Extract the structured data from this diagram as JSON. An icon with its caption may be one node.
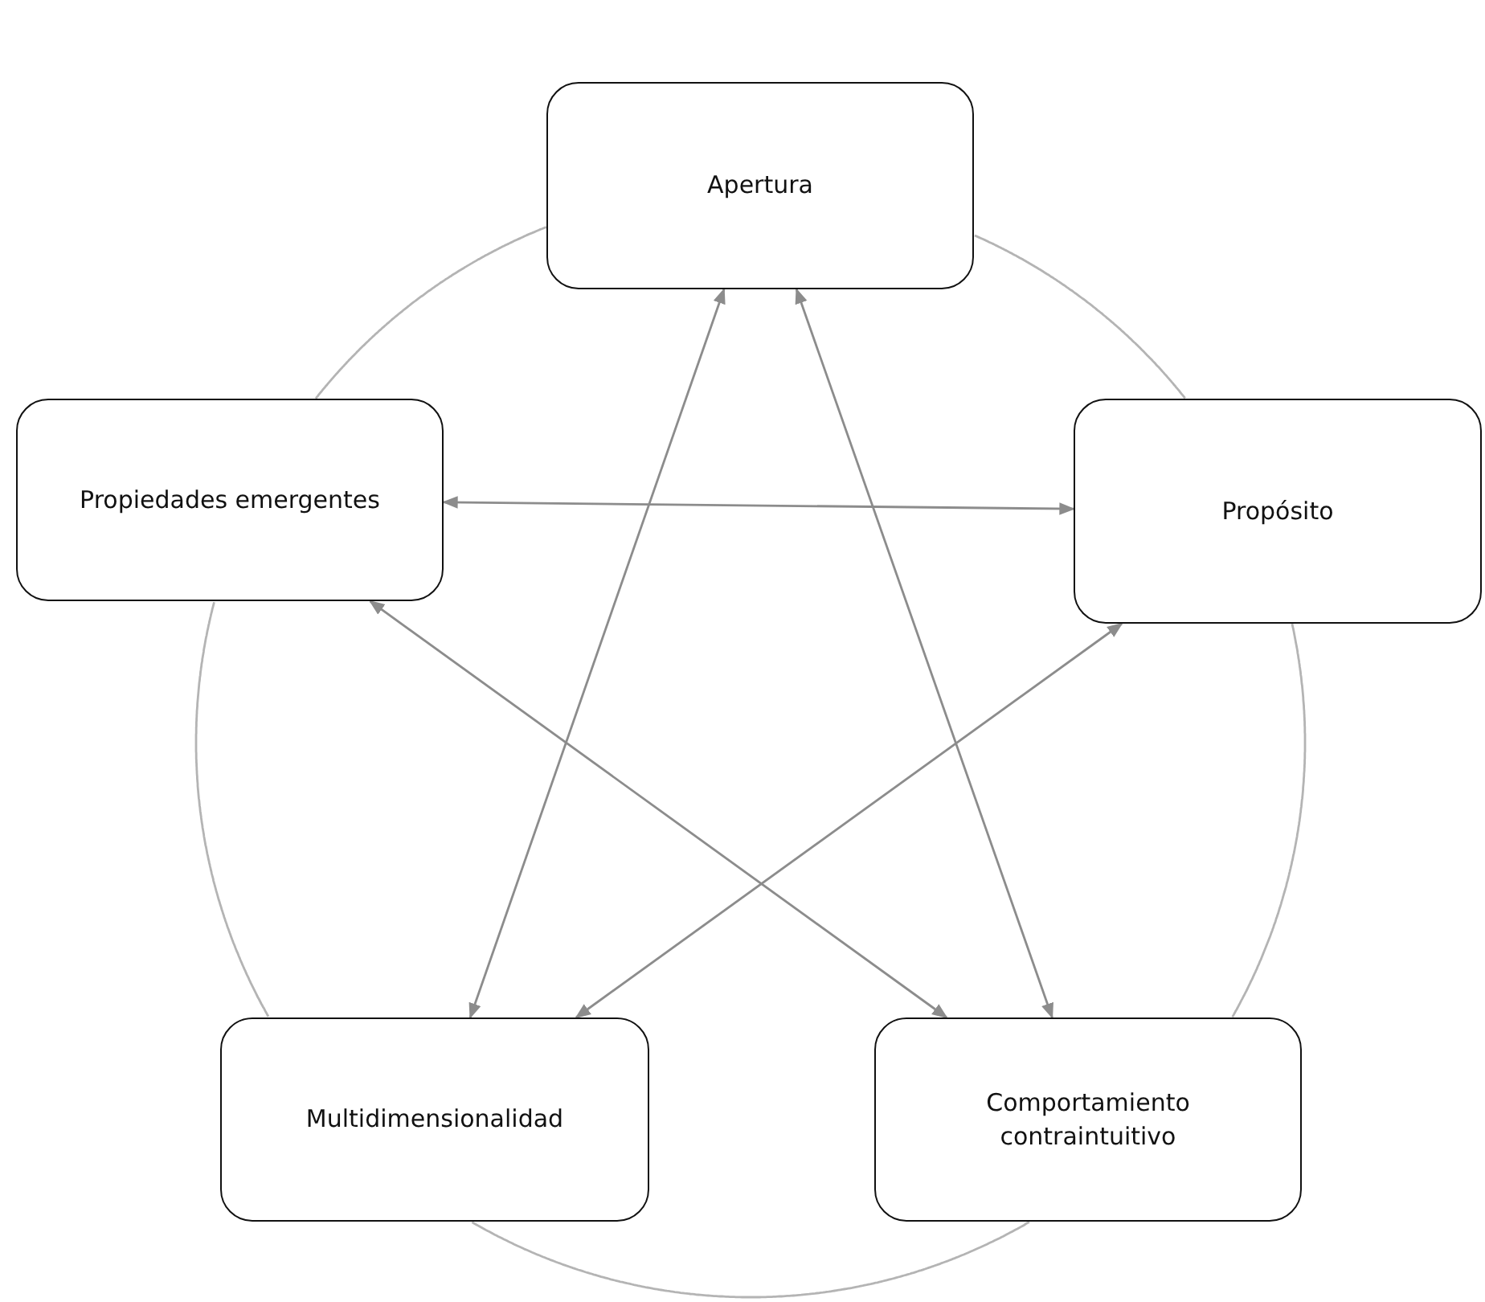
{
  "diagram": {
    "nodes": [
      {
        "text": [
          "Apertura"
        ]
      },
      {
        "text": [
          "Propiedades emergentes"
        ]
      },
      {
        "text": [
          "Propósito"
        ]
      },
      {
        "text": [
          "Multidimensionalidad"
        ]
      },
      {
        "text": [
          "Comportamiento contraintuitivo"
        ]
      }
    ],
    "edges": [
      {
        "from": 0,
        "to": 2,
        "arrow": "none"
      },
      {
        "from": 2,
        "to": 4,
        "arrow": "none"
      },
      {
        "from": 4,
        "to": 3,
        "arrow": "none"
      },
      {
        "from": 3,
        "to": 1,
        "arrow": "none"
      },
      {
        "from": 1,
        "to": 0,
        "arrow": "none"
      },
      {
        "from": 1,
        "to": 2,
        "arrow": "both"
      },
      {
        "from": 1,
        "to": 4,
        "arrow": "both"
      },
      {
        "from": 0,
        "to": 3,
        "arrow": "both"
      },
      {
        "from": 0,
        "to": 4,
        "arrow": "both"
      },
      {
        "from": 2,
        "to": 3,
        "arrow": "both"
      }
    ]
  }
}
